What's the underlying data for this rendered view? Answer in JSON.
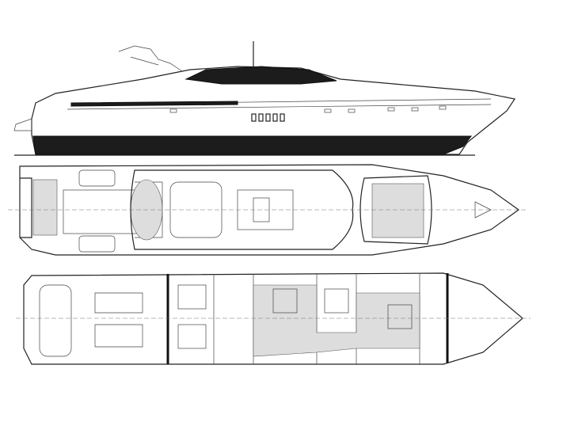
{
  "drawing": {
    "views": [
      "profile",
      "main-deck-plan",
      "lower-deck-plan"
    ],
    "colors": {
      "line": "#222222",
      "hull_band": "#1c1c1c",
      "background": "#ffffff"
    }
  }
}
